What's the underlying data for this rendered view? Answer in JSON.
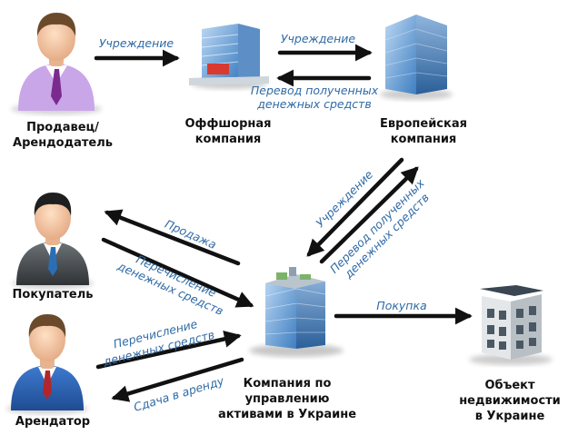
{
  "nodes": {
    "seller": {
      "label": "Продавец/\nАрендодатель"
    },
    "offshore": {
      "label": "Оффшорная\nкомпания"
    },
    "european": {
      "label": "Европейская\nкомпания"
    },
    "buyer": {
      "label": "Покупатель"
    },
    "tenant": {
      "label": "Арендатор"
    },
    "ukraine_company": {
      "label": "Компания по\nуправлению\nактивами в Украине"
    },
    "property": {
      "label": "Объект\nнедвижимости\nв Украине"
    }
  },
  "edges": {
    "seller_offshore": {
      "label": "Учреждение"
    },
    "offshore_european": {
      "label": "Учреждение"
    },
    "european_offshore": {
      "line1": "Перевод полученных",
      "line2": "денежных средств"
    },
    "european_ukraine": {
      "label": "Учреждение"
    },
    "ukraine_european": {
      "line1": "Перевод полученных",
      "line2": "денежных средств"
    },
    "ukraine_buyer": {
      "label": "Продажа"
    },
    "buyer_ukraine": {
      "line1": "Перечисление",
      "line2": "денежных средств"
    },
    "tenant_ukraine": {
      "line1": "Перечисление",
      "line2": "денежных средств"
    },
    "ukraine_tenant": {
      "label": "Сдача в аренду"
    },
    "ukraine_property": {
      "label": "Покупка"
    }
  },
  "colors": {
    "arrow": "#111111",
    "edge_label": "#2f6aa6",
    "skin": "#f2c6a0",
    "building_glass": "#6fa6dc"
  }
}
